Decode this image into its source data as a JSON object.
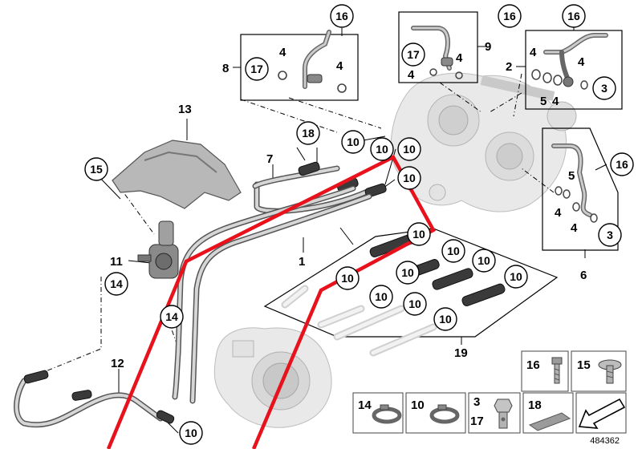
{
  "diagram_id": "484362",
  "callouts": {
    "c1": "1",
    "c2": "2",
    "c3": "3",
    "c4": "4",
    "c5": "5",
    "c6": "6",
    "c7": "7",
    "c8": "8",
    "c9": "9",
    "c10": "10",
    "c11": "11",
    "c12": "12",
    "c13": "13",
    "c14": "14",
    "c15": "15",
    "c16": "16",
    "c17": "17",
    "c18": "18",
    "c19": "19"
  },
  "legend": {
    "row1": [
      {
        "label": "16",
        "icon": "bolt-icon"
      },
      {
        "label": "15",
        "icon": "torx-screw-icon"
      }
    ],
    "row2": [
      {
        "label": "14",
        "icon": "hose-clamp-icon"
      },
      {
        "label": "10",
        "icon": "hose-clamp-icon"
      },
      {
        "label": "3",
        "label2": "17",
        "icon": "banjo-bolt-icon"
      },
      {
        "label": "18",
        "icon": "insulating-pad-icon"
      },
      {
        "label": "",
        "icon": "arrow-down-left-icon"
      }
    ]
  },
  "colors": {
    "highlight": "#e8121c",
    "parts": "#555555",
    "ghost": "#cfcfcf"
  }
}
